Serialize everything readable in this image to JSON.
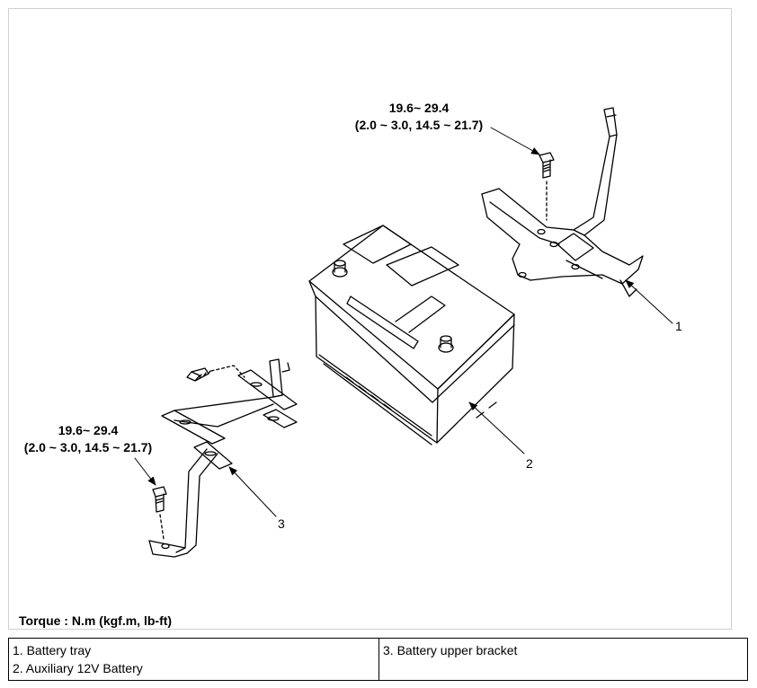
{
  "torque_specs": [
    {
      "value": "19.6~ 29.4",
      "alt_units": "(2.0 ~ 3.0, 14.5 ~ 21.7)"
    },
    {
      "value": "19.6~ 29.4",
      "alt_units": "(2.0 ~ 3.0, 14.5 ~ 21.7)"
    }
  ],
  "callouts": [
    "1",
    "2",
    "3"
  ],
  "torque_note": "Torque : N.m (kgf.m, lb-ft)",
  "legend": {
    "left": [
      "1. Battery tray",
      "2. Auxiliary 12V Battery"
    ],
    "right": [
      "3. Battery upper bracket"
    ]
  }
}
